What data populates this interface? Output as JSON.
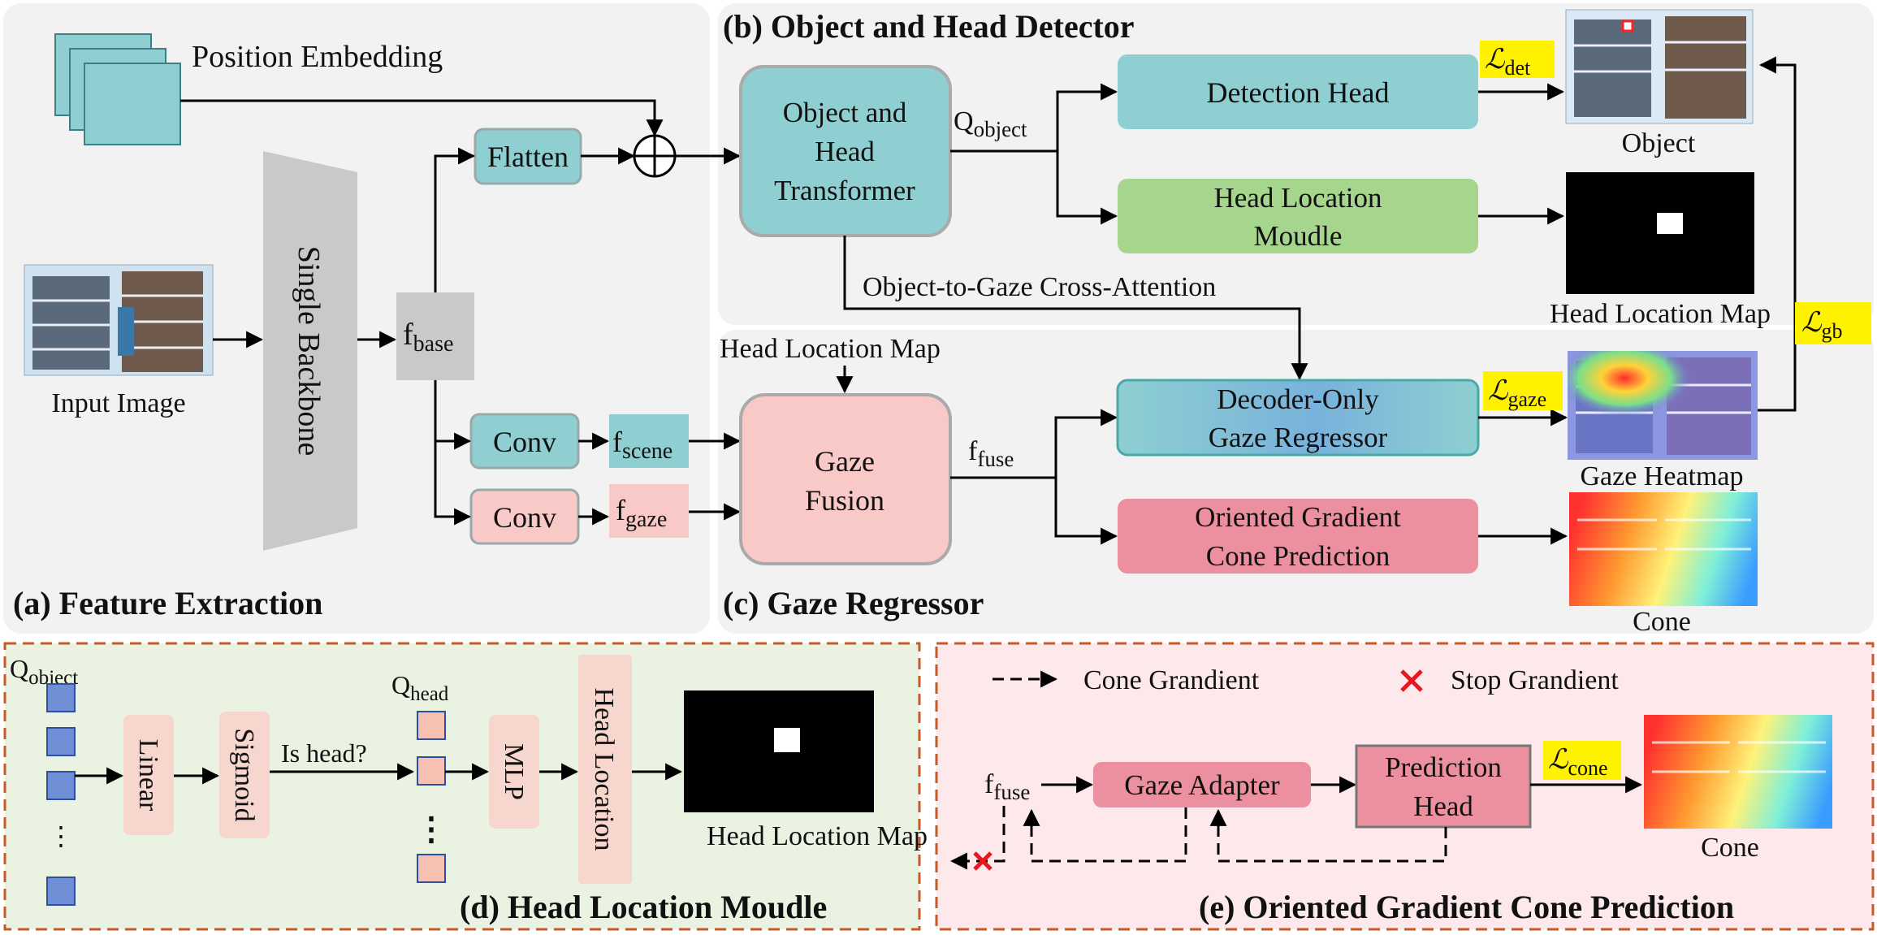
{
  "panels": {
    "a": "(a) Feature Extraction",
    "b": "(b) Object and Head Detector",
    "c": "(c) Gaze Regressor",
    "d": "(d) Head Location Moudle",
    "e": "(e) Oriented Gradient Cone Prediction"
  },
  "feature_extraction": {
    "position_embedding": "Position Embedding",
    "input_image": "Input Image",
    "backbone": "Single Backbone",
    "flatten": "Flatten",
    "conv1": "Conv",
    "conv2": "Conv",
    "f": "f",
    "base": "base",
    "scene": "scene",
    "gaze": "gaze"
  },
  "detector": {
    "transformer_l1": "Object and",
    "transformer_l2": "Head",
    "transformer_l3": "Transformer",
    "q": "Q",
    "q_sub": "object",
    "detection_head": "Detection Head",
    "head_loc_l1": "Head Location",
    "head_loc_l2": "Moudle",
    "object_label": "Object",
    "head_location_map": "Head Location Map",
    "cross_attention": "Object-to-Gaze Cross-Attention",
    "loss_det_sym": "ℒ",
    "loss_det_sub": "det",
    "loss_gb_sym": "ℒ",
    "loss_gb_sub": "gb"
  },
  "gaze": {
    "head_location_map_in": "Head Location Map",
    "fusion_l1": "Gaze",
    "fusion_l2": "Fusion",
    "f": "f",
    "fuse_sub": "fuse",
    "decoder_l1": "Decoder-Only",
    "decoder_l2": "Gaze Regressor",
    "cone_l1": "Oriented Gradient",
    "cone_l2": "Cone Prediction",
    "gaze_heatmap": "Gaze Heatmap",
    "cone_label": "Cone",
    "loss_gaze_sym": "ℒ",
    "loss_gaze_sub": "gaze"
  },
  "head_module": {
    "q": "Q",
    "q_object_sub": "object",
    "q_head_sub": "head",
    "linear": "Linear",
    "sigmoid": "Sigmoid",
    "is_head": "Is head?",
    "mlp": "MLP",
    "head_location": "Head Location",
    "head_location_map": "Head Location Map",
    "dots_v": "⋮",
    "dots": "⋮"
  },
  "cone_module": {
    "legend_cone": "Cone Grandient",
    "legend_stop": "Stop Grandient",
    "f": "f",
    "fuse_sub": "fuse",
    "gaze_adapter": "Gaze Adapter",
    "pred_l1": "Prediction",
    "pred_l2": "Head",
    "loss_cone_sym": "ℒ",
    "loss_cone_sub": "cone",
    "cone_label": "Cone"
  }
}
